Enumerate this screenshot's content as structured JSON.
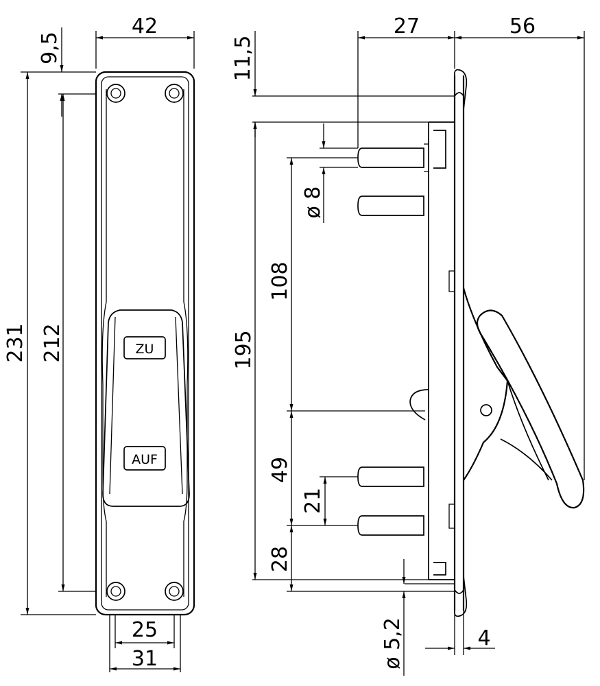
{
  "front_view": {
    "labels": {
      "zu": "ZU",
      "auf": "AUF"
    },
    "dims": {
      "width": "42",
      "top_offset": "9,5",
      "total_height": "231",
      "hole_spacing": "212",
      "bottom_inner": "25",
      "bottom_outer": "31"
    }
  },
  "side_view": {
    "dims": {
      "pin_depth": "27",
      "total_depth": "56",
      "top_offset": "11,5",
      "pin_diameter": "ø 8",
      "pin_span": "108",
      "overall": "195",
      "lower_span": "49",
      "lower_pin_spacing": "21",
      "bottom_offset": "28",
      "screw_diameter": "ø 5,2",
      "plate_thickness": "4"
    }
  }
}
